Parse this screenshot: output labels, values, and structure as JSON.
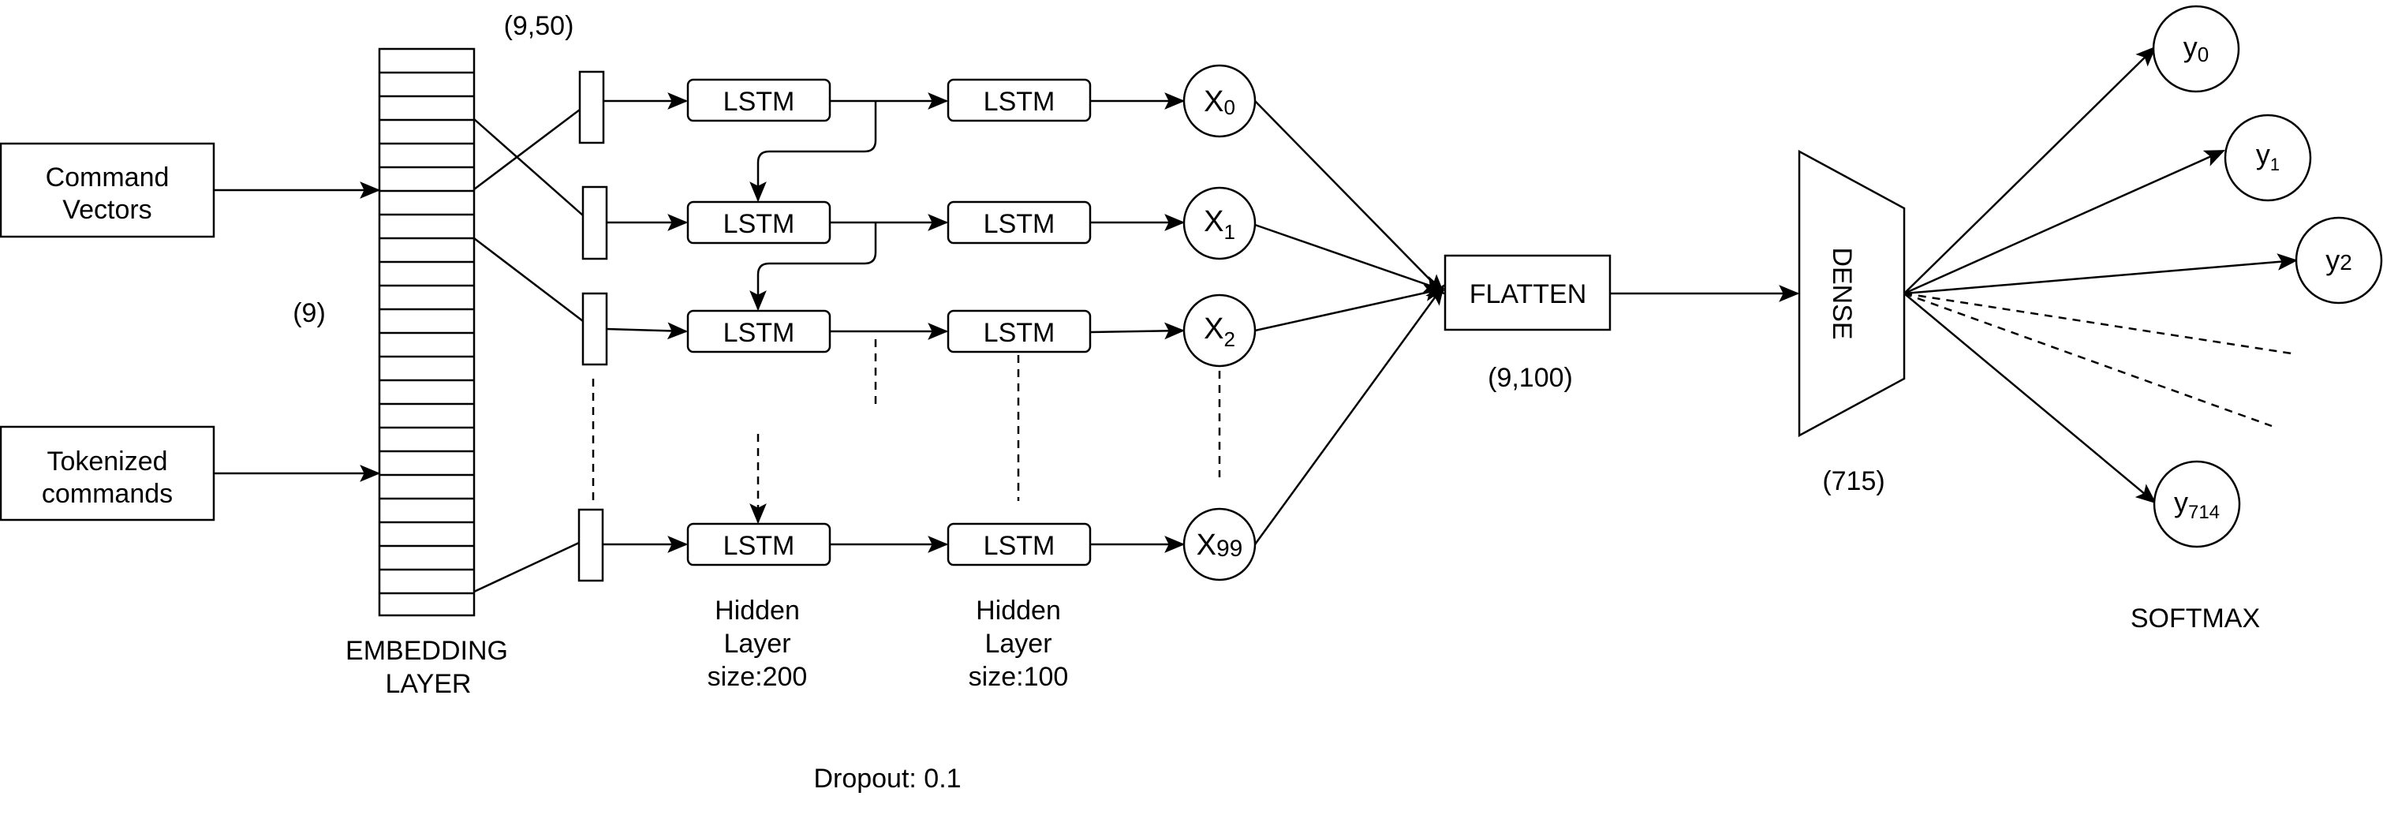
{
  "inputs": {
    "command_vectors": [
      "Command",
      "Vectors"
    ],
    "tokenized_commands": [
      "Tokenized",
      "commands"
    ]
  },
  "labels": {
    "nine": "(9)",
    "nine_fifty": "(9,50)",
    "embedding_layer": [
      "EMBEDDING",
      "LAYER"
    ],
    "hidden1": [
      "Hidden",
      "Layer",
      "size:200"
    ],
    "hidden2": [
      "Hidden",
      "Layer",
      "size:100"
    ],
    "dropout": "Dropout: 0.1",
    "nine_hundred": "(9,100)",
    "seven_fifteen": "(715)",
    "softmax": "SOFTMAX",
    "flatten": "FLATTEN",
    "dense": "DENSE"
  },
  "lstm_label": "LSTM",
  "x_nodes": [
    {
      "base": "X",
      "sub": "0"
    },
    {
      "base": "X",
      "sub": "1"
    },
    {
      "base": "X",
      "sub": "2"
    },
    {
      "base": "X",
      "sub": "99"
    }
  ],
  "y_nodes": [
    {
      "base": "y",
      "sub": "0"
    },
    {
      "base": "y",
      "sub": "1"
    },
    {
      "base": "y",
      "sub": "2"
    },
    {
      "base": "y",
      "sub": "714"
    }
  ]
}
